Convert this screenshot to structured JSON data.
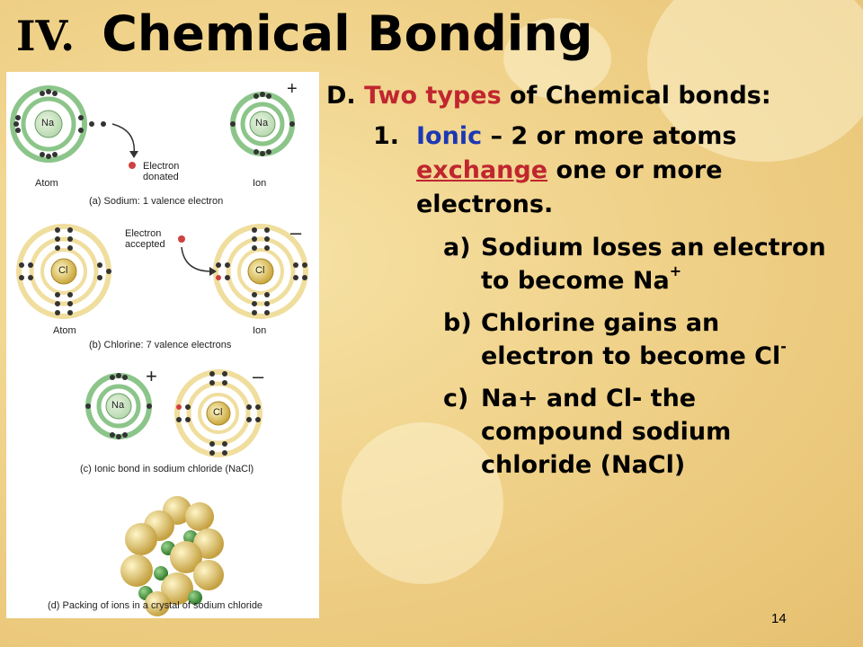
{
  "title": {
    "roman": "IV.",
    "text": "Chemical Bonding"
  },
  "figure": {
    "panel_a": {
      "atom_label": "Atom",
      "ion_label": "Ion",
      "symbol": "Na",
      "electron_label": "Electron donated",
      "charge": "+",
      "caption": "(a) Sodium: 1 valence electron"
    },
    "panel_b": {
      "atom_label": "Atom",
      "ion_label": "Ion",
      "symbol": "Cl",
      "electron_label": "Electron accepted",
      "charge": "–",
      "caption": "(b) Chlorine: 7 valence electrons"
    },
    "panel_c": {
      "na_symbol": "Na",
      "cl_symbol": "Cl",
      "na_charge": "+",
      "cl_charge": "–",
      "caption": "(c) Ionic bond in sodium chloride (NaCl)"
    },
    "panel_d": {
      "caption": "(d) Packing of ions in a crystal of sodium chloride"
    }
  },
  "content": {
    "heading_prefix": "D.",
    "heading_highlight": "Two types",
    "heading_rest": "of Chemical bonds:",
    "item1": {
      "number": "1.",
      "term": "Ionic",
      "text_before": "– 2 or more atoms",
      "underlined": "exchange",
      "text_after": "one or more electrons."
    },
    "subitems": [
      {
        "letter": "a)",
        "text": "Sodium loses an electron to become Na",
        "sup": "+"
      },
      {
        "letter": "b)",
        "text": "Chlorine gains an electron to become Cl",
        "sup": "-"
      },
      {
        "letter": "c)",
        "text": "Na+ and Cl- the compound sodium chloride (NaCl)",
        "sup": ""
      }
    ]
  },
  "page_number": "14",
  "colors": {
    "red": "#c0262f",
    "blue": "#1c38b4",
    "background": "#f0d28a"
  }
}
